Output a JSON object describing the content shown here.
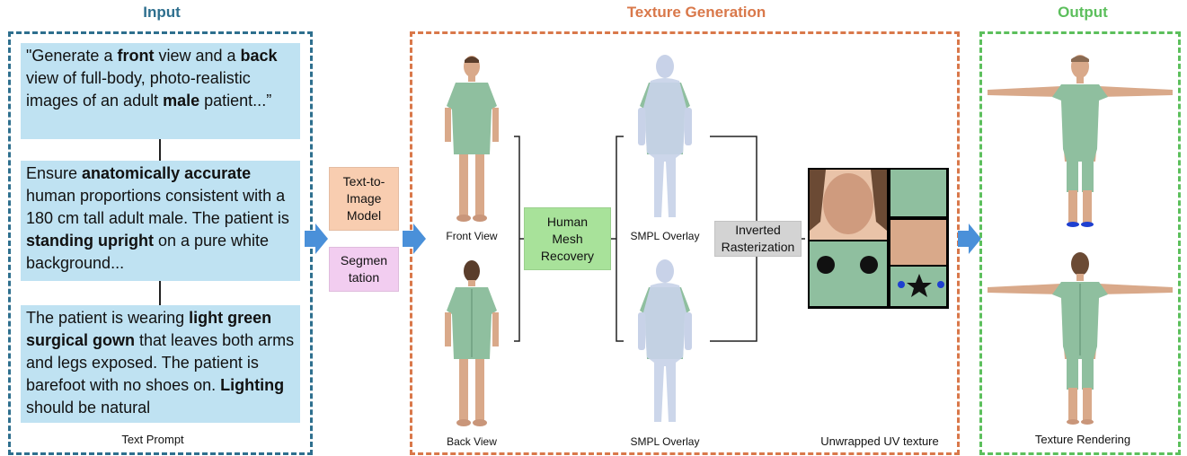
{
  "titles": {
    "input": "Input",
    "texture": "Texture Generation",
    "output": "Output"
  },
  "colors": {
    "input": "#2e6f8e",
    "texture": "#d9784a",
    "output": "#5cbf5c",
    "arrow": "#4a90d9",
    "prompt_bg": "#bfe2f2",
    "t2i_bg": "#f8cdb0",
    "seg_bg": "#f2cdf0",
    "hmr_bg": "#a8e29a",
    "inv_bg": "#d3d3d3"
  },
  "prompt": {
    "p1": [
      {
        "t": "\"Generate a ",
        "b": false
      },
      {
        "t": "front",
        "b": true
      },
      {
        "t": " view and a ",
        "b": false
      },
      {
        "t": "back",
        "b": true
      },
      {
        "t": " view of full-body, photo-realistic images of an adult ",
        "b": false
      },
      {
        "t": "male",
        "b": true
      },
      {
        "t": " patient...”",
        "b": false
      }
    ],
    "p2": [
      {
        "t": "Ensure ",
        "b": false
      },
      {
        "t": "anatomically accurate",
        "b": true
      },
      {
        "t": " human proportions consistent with a 180 cm tall adult male. The patient is ",
        "b": false
      },
      {
        "t": "standing upright",
        "b": true
      },
      {
        "t": " on a pure white background...",
        "b": false
      }
    ],
    "p3": [
      {
        "t": "The patient is wearing ",
        "b": false
      },
      {
        "t": "light green surgical gown",
        "b": true
      },
      {
        "t": " that leaves both arms and legs exposed. The patient is barefoot with no shoes on. ",
        "b": false
      },
      {
        "t": "Lighting",
        "b": true
      },
      {
        "t": " should be natural",
        "b": false
      }
    ],
    "caption": "Text Prompt"
  },
  "steps": {
    "t2i": "Text-to-Image Model",
    "seg": "Segmen tation",
    "hmr": "Human Mesh Recovery",
    "inv": "Inverted Rasterization"
  },
  "labels": {
    "front_view": "Front View",
    "back_view": "Back View",
    "smpl_front": "SMPL Overlay",
    "smpl_back": "SMPL Overlay",
    "uv": "Unwrapped UV texture",
    "render": "Texture Rendering"
  }
}
